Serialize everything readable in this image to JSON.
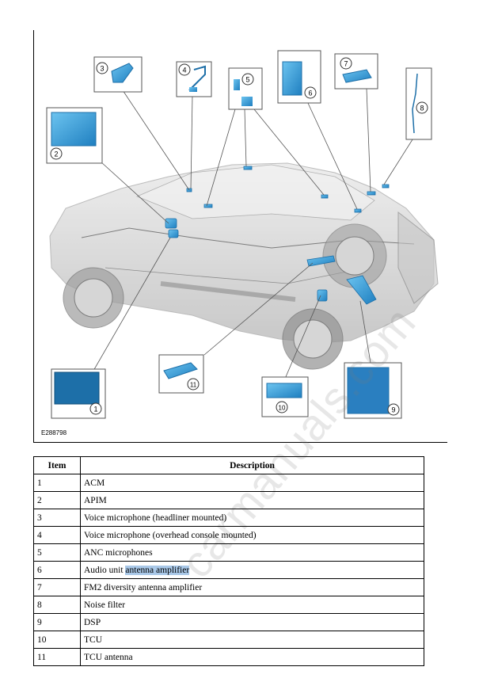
{
  "figure": {
    "id": "E288798",
    "callouts": [
      "1",
      "2",
      "3",
      "4",
      "5",
      "6",
      "7",
      "8",
      "9",
      "10",
      "11"
    ]
  },
  "watermark": "carmanuals.com",
  "table": {
    "headers": [
      "Item",
      "Description"
    ],
    "rows": [
      {
        "item": "1",
        "description": "ACM"
      },
      {
        "item": "2",
        "description": "APIM"
      },
      {
        "item": "3",
        "description": "Voice microphone (headliner mounted)"
      },
      {
        "item": "4",
        "description": "Voice microphone (overhead console mounted)"
      },
      {
        "item": "5",
        "description": "ANC microphones"
      },
      {
        "item": "6",
        "description_prefix": "Audio unit ",
        "description_highlight": "antenna amplifier"
      },
      {
        "item": "7",
        "description": "FM2 diversity antenna amplifier"
      },
      {
        "item": "8",
        "description": "Noise filter"
      },
      {
        "item": "9",
        "description": "DSP"
      },
      {
        "item": "10",
        "description": "TCU"
      },
      {
        "item": "11",
        "description": "TCU antenna"
      }
    ]
  },
  "colors": {
    "component": "#3aa0dc",
    "component_dark": "#1d6fa8",
    "vehicle_ghost": "#9a9a9a",
    "highlight": "#a9c8e8"
  }
}
